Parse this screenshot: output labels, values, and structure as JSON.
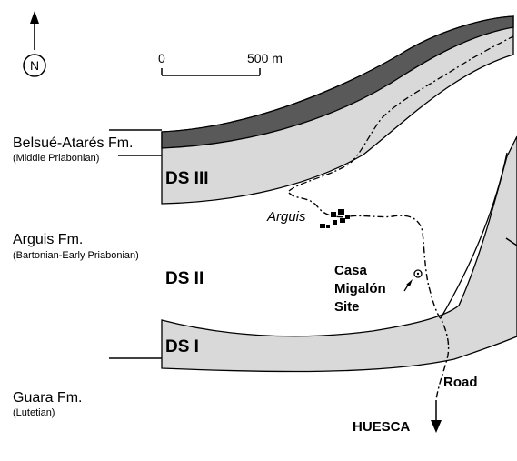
{
  "north": {
    "letter": "N"
  },
  "scale": {
    "min": "0",
    "max": "500 m"
  },
  "formations": {
    "belsue": {
      "name": "Belsué-Atarés Fm.",
      "age": "(Middle Priabonian)"
    },
    "arguis": {
      "name": "Arguis Fm.",
      "age": "(Bartonian-Early Priabonian)"
    },
    "guara": {
      "name": "Guara Fm.",
      "age": "(Lutetian)"
    }
  },
  "sequences": {
    "ds3": "DS III",
    "ds2": "DS II",
    "ds1": "DS I"
  },
  "places": {
    "town": "Arguis",
    "site": [
      "Casa",
      "Migalón",
      "Site"
    ]
  },
  "road": {
    "label": "Road",
    "destination": "HUESCA"
  },
  "colors": {
    "unit_fill": "#d9d9d9",
    "dark_band": "#595959",
    "line": "#000000"
  }
}
